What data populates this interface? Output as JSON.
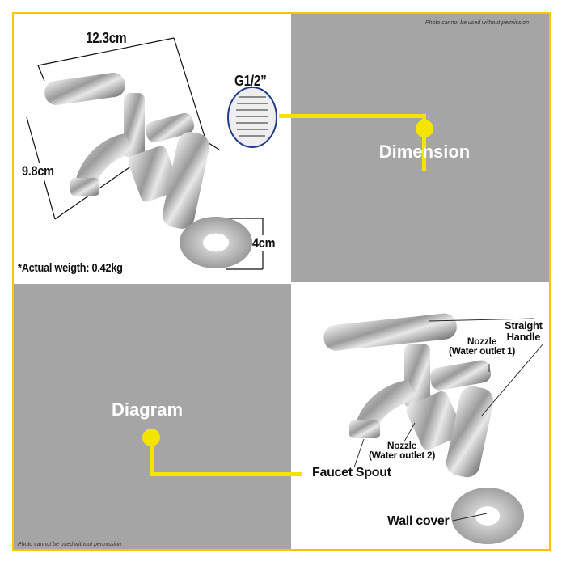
{
  "dimension_panel": {
    "width_label": "12.3cm",
    "height_label": "9.8cm",
    "thread_label": "G1/2”",
    "cover_label": "4cm",
    "weight_note": "*Actual weigth: 0.42kg"
  },
  "dimension_title": "Dimension",
  "diagram_title": "Diagram",
  "permission_notice_top": "Photo cannot be used without permission",
  "permission_notice_bottom": "Photo cannot be used without permission",
  "diagram_panel": {
    "handle_label_1": "Straight",
    "handle_label_2": "Handle",
    "nozzle1_label_1": "Nozzle",
    "nozzle1_label_2": "(Water outlet 1)",
    "nozzle2_label_1": "Nozzle",
    "nozzle2_label_2": "(Water outlet 2)",
    "spout_label": "Faucet Spout",
    "wall_cover_label": "Wall cover"
  },
  "colors": {
    "accent_yellow": "#f5e400",
    "frame": "#f6c700",
    "panel_gray": "#a5a5a5",
    "thread_ring": "#1f3c8a"
  }
}
